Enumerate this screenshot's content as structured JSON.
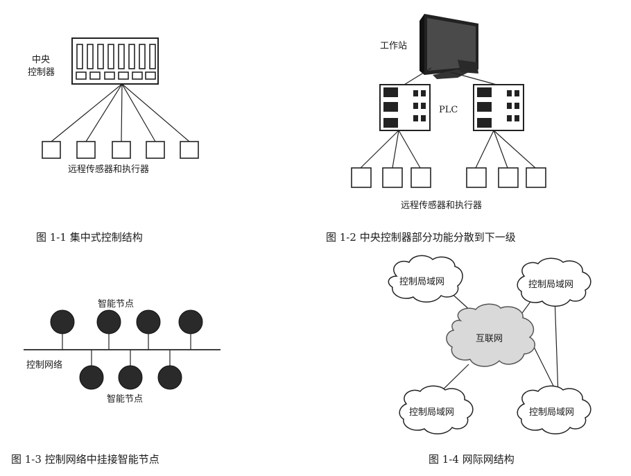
{
  "fig1": {
    "controller_label_1": "中央",
    "controller_label_2": "控制器",
    "devices_label": "远程传感器和执行器",
    "caption": "图 1-1    集中式控制结构"
  },
  "fig2": {
    "workstation_label": "工作站",
    "plc_label": "PLC",
    "devices_label": "远程传感器和执行器",
    "caption": "图 1-2    中央控制器部分功能分散到下一级"
  },
  "fig3": {
    "top_nodes_label": "智能节点",
    "network_label": "控制网络",
    "bottom_nodes_label": "智能节点",
    "caption": "图 1-3    控制网络中挂接智能节点"
  },
  "fig4": {
    "lan_top_left": "控制局域网",
    "lan_top_right": "控制局域网",
    "internet": "互联网",
    "lan_bottom_left": "控制局域网",
    "lan_bottom_right": "控制局域网",
    "caption": "图 1-4    网际网结构"
  }
}
